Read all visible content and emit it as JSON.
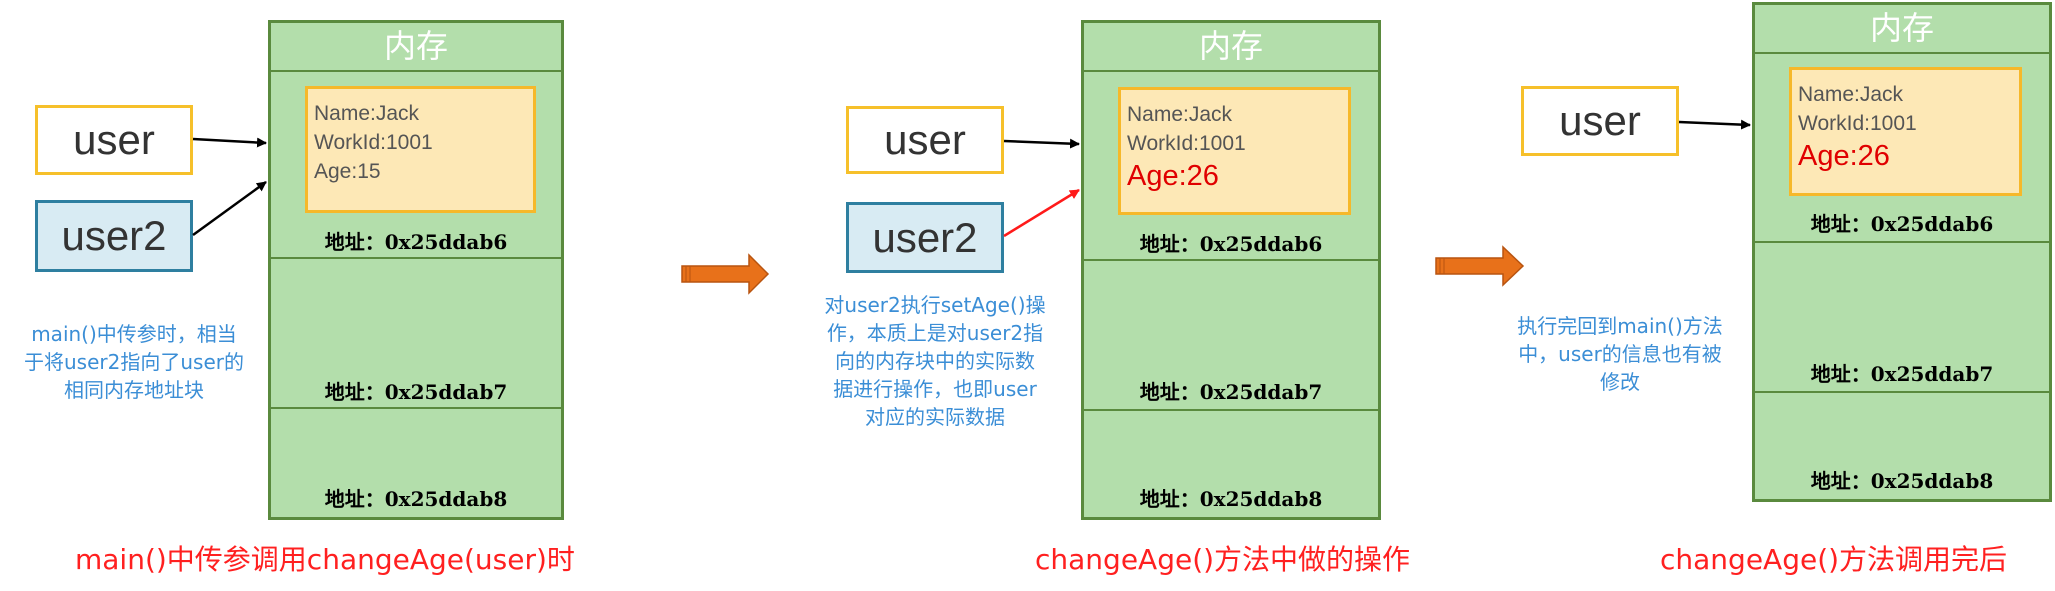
{
  "panels": [
    {
      "memory_title": "内存",
      "object": {
        "name": "Name:Jack",
        "workid": "WorkId:1001",
        "age": "Age:15"
      },
      "addresses": [
        "地址：0x25ddab6",
        "地址：0x25ddab7",
        "地址：0x25ddab8"
      ],
      "vars": [
        "user",
        "user2"
      ],
      "note": [
        "main()中传参时，相当",
        "于将user2指向了user的",
        "相同内存地址块"
      ],
      "caption": "main()中传参调用changeAge(user)时"
    },
    {
      "memory_title": "内存",
      "object": {
        "name": "Name:Jack",
        "workid": "WorkId:1001",
        "age": "Age:26"
      },
      "addresses": [
        "地址：0x25ddab6",
        "地址：0x25ddab7",
        "地址：0x25ddab8"
      ],
      "vars": [
        "user",
        "user2"
      ],
      "note": [
        "对user2执行setAge()操",
        "作，本质上是对user2指",
        "向的内存块中的实际数",
        "据进行操作，也即user",
        "对应的实际数据"
      ],
      "caption": "changeAge()方法中做的操作"
    },
    {
      "memory_title": "内存",
      "object": {
        "name": "Name:Jack",
        "workid": "WorkId:1001",
        "age": "Age:26"
      },
      "addresses": [
        "地址：0x25ddab6",
        "地址：0x25ddab7",
        "地址：0x25ddab8"
      ],
      "vars": [
        "user"
      ],
      "note": [
        "执行完回到main()方法",
        "中，user的信息也有被",
        "修改"
      ],
      "caption": "changeAge()方法调用完后"
    }
  ],
  "colors": {
    "memory_fill": "#b3deab",
    "object_fill": "#fde8b6",
    "highlight": "#e00000",
    "note": "#3b8ed6",
    "transition_arrow": "#e8711a"
  }
}
